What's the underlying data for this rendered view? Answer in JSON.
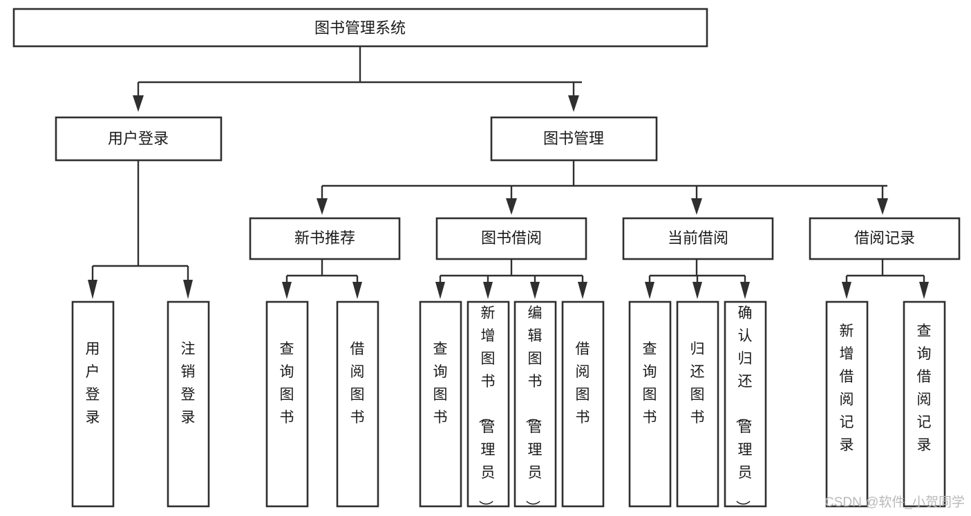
{
  "diagram": {
    "title": "图书管理系统",
    "type": "tree-hierarchy-diagram",
    "root": {
      "id": "root",
      "label": "图书管理系统",
      "orientation": "horizontal"
    },
    "level2": [
      {
        "id": "user-login",
        "label": "用户登录",
        "orientation": "horizontal"
      },
      {
        "id": "book-management",
        "label": "图书管理",
        "orientation": "horizontal"
      }
    ],
    "level3": [
      {
        "id": "new-book-recommend",
        "label": "新书推荐",
        "parent": "book-management",
        "orientation": "horizontal"
      },
      {
        "id": "book-borrow",
        "label": "图书借阅",
        "parent": "book-management",
        "orientation": "horizontal"
      },
      {
        "id": "current-borrow",
        "label": "当前借阅",
        "parent": "book-management",
        "orientation": "horizontal"
      },
      {
        "id": "borrow-record",
        "label": "借阅记录",
        "parent": "book-management",
        "orientation": "horizontal"
      }
    ],
    "leaves": [
      {
        "id": "leaf-user-login",
        "label": "用户登录",
        "parent": "user-login",
        "orientation": "vertical"
      },
      {
        "id": "leaf-user-logout",
        "label": "注销登录",
        "parent": "user-login",
        "orientation": "vertical"
      },
      {
        "id": "leaf-query-book-1",
        "label": "查询图书",
        "parent": "new-book-recommend",
        "orientation": "vertical"
      },
      {
        "id": "leaf-borrow-book-1",
        "label": "借阅图书",
        "parent": "new-book-recommend",
        "orientation": "vertical"
      },
      {
        "id": "leaf-query-book-2",
        "label": "查询图书",
        "parent": "book-borrow",
        "orientation": "vertical"
      },
      {
        "id": "leaf-add-book",
        "label": "新增图书（管理员）",
        "parent": "book-borrow",
        "orientation": "vertical"
      },
      {
        "id": "leaf-edit-book",
        "label": "编辑图书（管理员）",
        "parent": "book-borrow",
        "orientation": "vertical"
      },
      {
        "id": "leaf-borrow-book-2",
        "label": "借阅图书",
        "parent": "book-borrow",
        "orientation": "vertical"
      },
      {
        "id": "leaf-query-book-3",
        "label": "查询图书",
        "parent": "current-borrow",
        "orientation": "vertical"
      },
      {
        "id": "leaf-return-book",
        "label": "归还图书",
        "parent": "current-borrow",
        "orientation": "vertical"
      },
      {
        "id": "leaf-confirm-return",
        "label": "确认归还（管理员）",
        "parent": "current-borrow",
        "orientation": "vertical"
      },
      {
        "id": "leaf-add-record",
        "label": "新增借阅记录",
        "parent": "borrow-record",
        "orientation": "vertical"
      },
      {
        "id": "leaf-query-record",
        "label": "查询借阅记录",
        "parent": "borrow-record",
        "orientation": "vertical"
      }
    ]
  },
  "watermark": {
    "text": "CSDN @软件_小贺同学"
  },
  "colors": {
    "stroke": "#2f2f2f",
    "fill": "#ffffff",
    "text": "#1a1a1a",
    "watermark": "#b9b9b9"
  }
}
